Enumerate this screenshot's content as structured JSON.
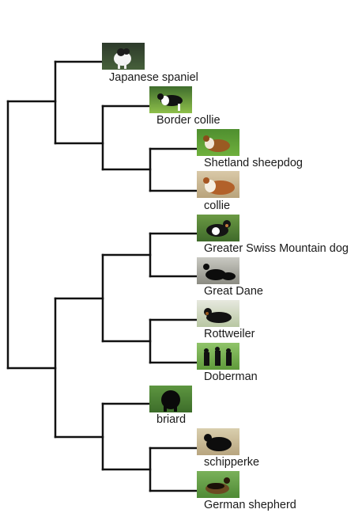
{
  "leaves": [
    {
      "label": "Japanese spaniel",
      "icon": "japanese-spaniel-photo"
    },
    {
      "label": "Border collie",
      "icon": "border-collie-photo"
    },
    {
      "label": "Shetland sheepdog",
      "icon": "shetland-sheepdog-photo"
    },
    {
      "label": "collie",
      "icon": "collie-photo"
    },
    {
      "label": "Greater Swiss Mountain dog",
      "icon": "greater-swiss-mountain-dog-photo"
    },
    {
      "label": "Great Dane",
      "icon": "great-dane-photo"
    },
    {
      "label": "Rottweiler",
      "icon": "rottweiler-photo"
    },
    {
      "label": "Doberman",
      "icon": "doberman-photo"
    },
    {
      "label": "briard",
      "icon": "briard-photo"
    },
    {
      "label": "schipperke",
      "icon": "schipperke-photo"
    },
    {
      "label": "German shepherd",
      "icon": "german-shepherd-photo"
    }
  ],
  "colors": {
    "branch": "#111111",
    "grass": "#5f8f3f"
  }
}
